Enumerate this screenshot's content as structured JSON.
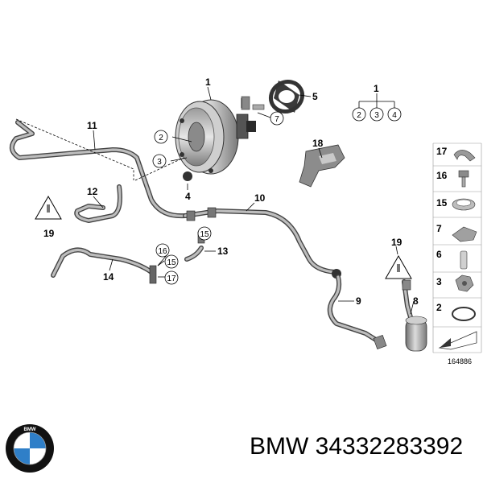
{
  "diagram": {
    "callouts": {
      "c1": "1",
      "c2": "2",
      "c3": "3",
      "c4": "4",
      "c5": "5",
      "c7": "7",
      "c8": "8",
      "c9": "9",
      "c10": "10",
      "c11": "11",
      "c12": "12",
      "c13": "13",
      "c14": "14",
      "c15a": "15",
      "c15b": "15",
      "c16": "16",
      "c17": "17",
      "c18": "18",
      "c19a": "19",
      "c19b": "19"
    },
    "group": {
      "top": "1",
      "subs": [
        "2",
        "3",
        "4"
      ]
    },
    "legend": [
      "17",
      "16",
      "15",
      "7",
      "6",
      "3",
      "2"
    ],
    "drawing_number": "164886"
  },
  "brand": {
    "logo_text": "BMW",
    "title": "BMW 34332283392"
  },
  "colors": {
    "hose": "#444444",
    "hose_highlight": "#bdbdbd",
    "logo_blue": "#2f7fc8",
    "logo_ring": "#111111"
  }
}
